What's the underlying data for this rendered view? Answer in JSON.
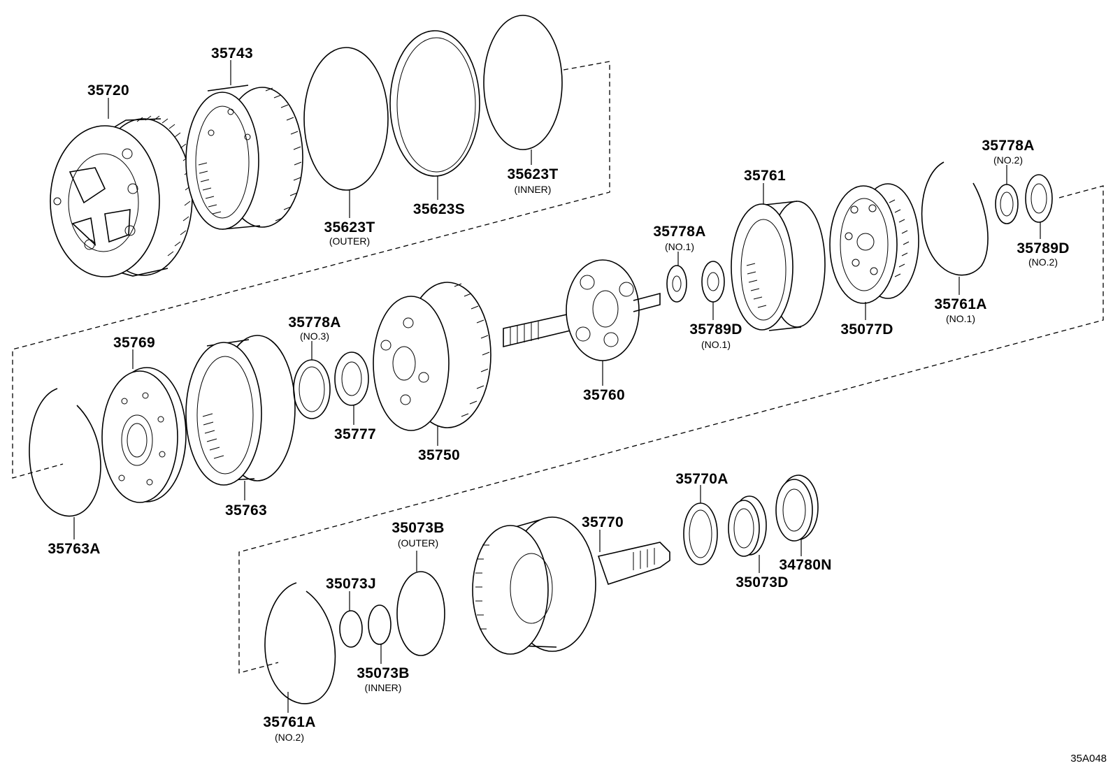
{
  "diagram_code": "35A048",
  "callouts": [
    {
      "id": "c35720",
      "number": "35720",
      "sub": ""
    },
    {
      "id": "c35743",
      "number": "35743",
      "sub": ""
    },
    {
      "id": "c35623T-outer",
      "number": "35623T",
      "sub": "(OUTER)"
    },
    {
      "id": "c35623S",
      "number": "35623S",
      "sub": ""
    },
    {
      "id": "c35623T-inner",
      "number": "35623T",
      "sub": "(INNER)"
    },
    {
      "id": "c35761",
      "number": "35761",
      "sub": ""
    },
    {
      "id": "c35778A-no2",
      "number": "35778A",
      "sub": "(NO.2)"
    },
    {
      "id": "c35789D-no2",
      "number": "35789D",
      "sub": "(NO.2)"
    },
    {
      "id": "c35778A-no1",
      "number": "35778A",
      "sub": "(NO.1)"
    },
    {
      "id": "c35761A-no1",
      "number": "35761A",
      "sub": "(NO.1)"
    },
    {
      "id": "c35789D-no1",
      "number": "35789D",
      "sub": "(NO.1)"
    },
    {
      "id": "c35077D",
      "number": "35077D",
      "sub": ""
    },
    {
      "id": "c35778A-no3",
      "number": "35778A",
      "sub": "(NO.3)"
    },
    {
      "id": "c35769",
      "number": "35769",
      "sub": ""
    },
    {
      "id": "c35760",
      "number": "35760",
      "sub": ""
    },
    {
      "id": "c35777",
      "number": "35777",
      "sub": ""
    },
    {
      "id": "c35750",
      "number": "35750",
      "sub": ""
    },
    {
      "id": "c35763",
      "number": "35763",
      "sub": ""
    },
    {
      "id": "c35763A",
      "number": "35763A",
      "sub": ""
    },
    {
      "id": "c35770A",
      "number": "35770A",
      "sub": ""
    },
    {
      "id": "c35770",
      "number": "35770",
      "sub": ""
    },
    {
      "id": "c35073B-outer",
      "number": "35073B",
      "sub": "(OUTER)"
    },
    {
      "id": "c35073J",
      "number": "35073J",
      "sub": ""
    },
    {
      "id": "c35073D",
      "number": "35073D",
      "sub": ""
    },
    {
      "id": "c34780N",
      "number": "34780N",
      "sub": ""
    },
    {
      "id": "c35073B-inner",
      "number": "35073B",
      "sub": "(INNER)"
    },
    {
      "id": "c35761A-no2",
      "number": "35761A",
      "sub": "(NO.2)"
    }
  ]
}
